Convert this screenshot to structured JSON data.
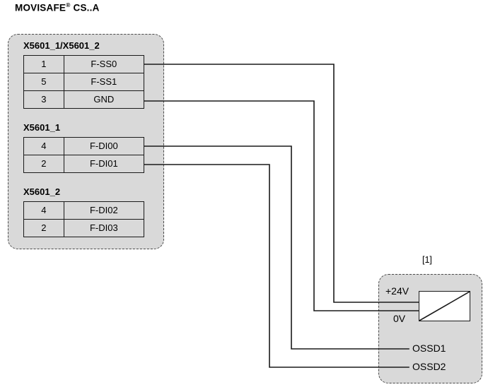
{
  "title": {
    "product": "MOVISAFE",
    "registered_mark": "®",
    "variant": " CS..A"
  },
  "reference_tag": "[1]",
  "left_panel": {
    "groups": [
      {
        "label": "X5601_1/X5601_2",
        "rows": [
          {
            "pin": "1",
            "signal": "F-SS0"
          },
          {
            "pin": "5",
            "signal": "F-SS1"
          },
          {
            "pin": "3",
            "signal": "GND"
          }
        ]
      },
      {
        "label": "X5601_1",
        "rows": [
          {
            "pin": "4",
            "signal": "F-DI00"
          },
          {
            "pin": "2",
            "signal": "F-DI01"
          }
        ]
      },
      {
        "label": "X5601_2",
        "rows": [
          {
            "pin": "4",
            "signal": "F-DI02"
          },
          {
            "pin": "2",
            "signal": "F-DI03"
          }
        ]
      }
    ]
  },
  "device_panel": {
    "terminals": [
      {
        "name": "+24V"
      },
      {
        "name": "0V"
      },
      {
        "name": "OSSD1"
      },
      {
        "name": "OSSD2"
      }
    ]
  },
  "colors": {
    "panel_fill": "#d9d9d9",
    "panel_border": "#4a4a4a",
    "table_border": "#1a1a1a",
    "wire": "#1a1a1a",
    "background": "#ffffff",
    "text": "#000000"
  },
  "connections": [
    {
      "from": "F-SS0",
      "to": "+24V"
    },
    {
      "from": "GND",
      "to": "0V"
    },
    {
      "from": "F-DI00",
      "to": "OSSD1"
    },
    {
      "from": "F-DI01",
      "to": "OSSD2"
    }
  ]
}
